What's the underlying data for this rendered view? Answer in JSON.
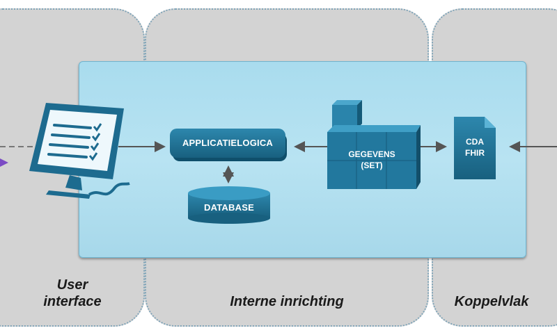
{
  "panels": {
    "user_interface": {
      "line1": "User",
      "line2": "interface"
    },
    "interne_inrichting": {
      "label": "Interne inrichting"
    },
    "koppelvlak": {
      "label": "Koppelvlak"
    }
  },
  "components": {
    "applicatielogica": "APPLICATIELOGICA",
    "database": "DATABASE",
    "gegevens_line1": "GEGEVENS",
    "gegevens_line2": "(SET)",
    "doc_line1": "CDA",
    "doc_line2": "FHIR"
  },
  "colors": {
    "panel_bg": "#d3d3d3",
    "panel_border": "#7fa4b8",
    "center_box": "#b3e0f0",
    "component": "#1f6f93",
    "arrow": "#555555",
    "accent_arrow": "#7b4bc4"
  }
}
